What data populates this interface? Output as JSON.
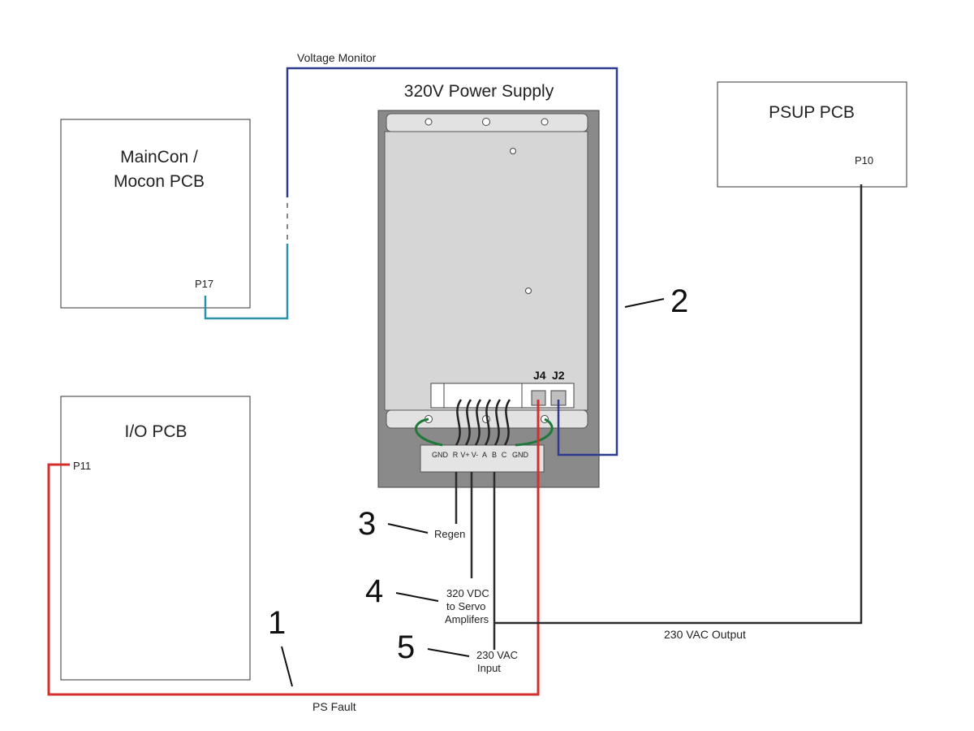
{
  "boxes": {
    "maincon": {
      "title_line1": "MainCon /",
      "title_line2": "Mocon PCB",
      "port": "P17"
    },
    "io": {
      "title": "I/O PCB",
      "port": "P11"
    },
    "psup": {
      "title": "PSUP PCB",
      "port": "P10"
    },
    "power_supply": {
      "title": "320V Power Supply",
      "j4": "J4",
      "j2": "J2"
    }
  },
  "terminals": [
    "GND",
    "R",
    "V+",
    "V-",
    "A",
    "B",
    "C",
    "GND"
  ],
  "wire_labels": {
    "voltage_monitor": "Voltage Monitor",
    "ps_fault": "PS Fault",
    "vac_output": "230 VAC Output",
    "regen": "Regen",
    "servo_line1": "320 VDC",
    "servo_line2": "to Servo",
    "servo_line3": "Amplifers",
    "input_line1": "230 VAC",
    "input_line2": "Input"
  },
  "callouts": [
    "1",
    "2",
    "3",
    "4",
    "5"
  ],
  "colors": {
    "voltage_monitor_wire": "#2e3a8f",
    "ps_fault_wire": "#d62d2d",
    "maincon_wire": "#2a93a3",
    "vac_wire": "#2b2b2b",
    "ground_wire": "#1f7a3a",
    "supply_body": "#8a8a8a",
    "supply_plate": "#d6d6d6"
  }
}
